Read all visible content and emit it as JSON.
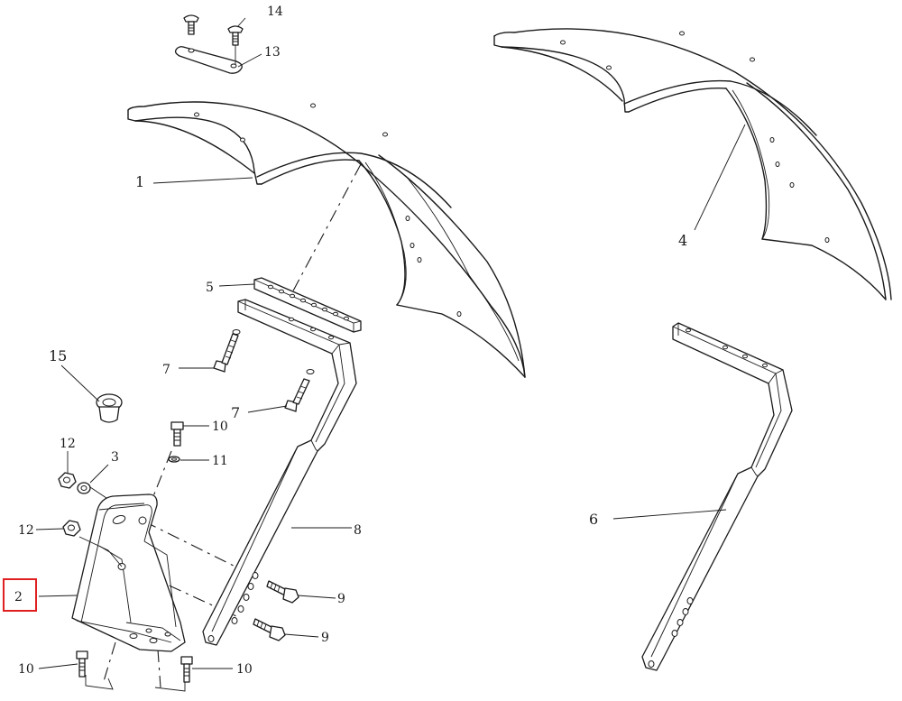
{
  "callouts": {
    "c1": "1",
    "c2": "2",
    "c3": "3",
    "c4": "4",
    "c5": "5",
    "c6": "6",
    "c7a": "7",
    "c7b": "7",
    "c8": "8",
    "c9a": "9",
    "c9b": "9",
    "c10a": "10",
    "c10b": "10",
    "c10c": "10",
    "c11": "11",
    "c12a": "12",
    "c12b": "12",
    "c13": "13",
    "c14": "14",
    "c15": "15"
  },
  "highlight": {
    "callout": "2",
    "color": "#e02020"
  }
}
